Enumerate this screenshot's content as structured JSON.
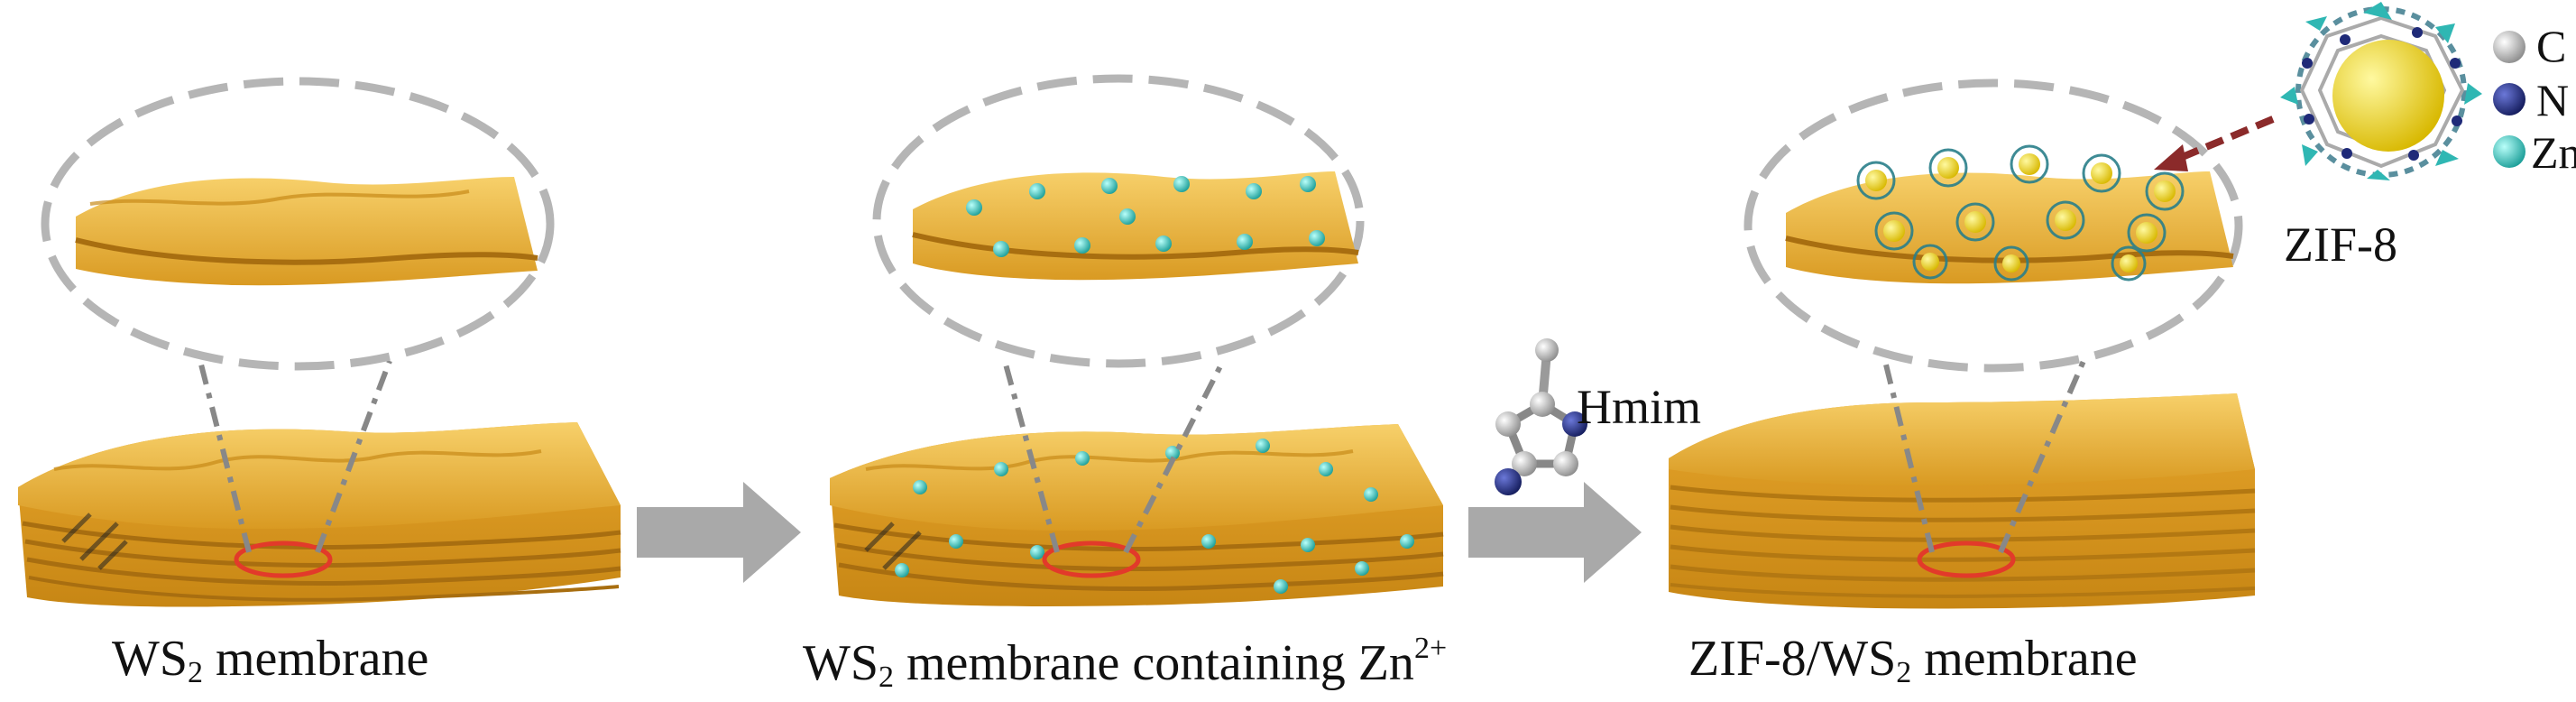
{
  "captions": {
    "ws2": {
      "main": "WS",
      "sub": "2",
      "rest": " membrane"
    },
    "zn": {
      "main": "WS",
      "sub": "2",
      "rest": " membrane containing Zn",
      "sup": "2+"
    },
    "zif": {
      "main": "ZIF-8/WS",
      "sub": "2",
      "rest": " membrane"
    }
  },
  "labels": {
    "hmim": "Hmim",
    "zif8": "ZIF-8"
  },
  "legend": [
    {
      "symbol": "C",
      "color": "#b8b8b8"
    },
    {
      "symbol": "N",
      "color": "#1f2a78"
    },
    {
      "symbol": "Zn",
      "color": "#3cc6c0"
    }
  ],
  "colors": {
    "membrane": "#e8a92e",
    "membrane_dark": "#b9801a",
    "membrane_light": "#f6cf6a",
    "arrow": "#a9a9a9",
    "ellipse_dash": "#b5b5b5",
    "highlight": "#e23a2a",
    "dashed_arrow": "#8b2a2a"
  }
}
